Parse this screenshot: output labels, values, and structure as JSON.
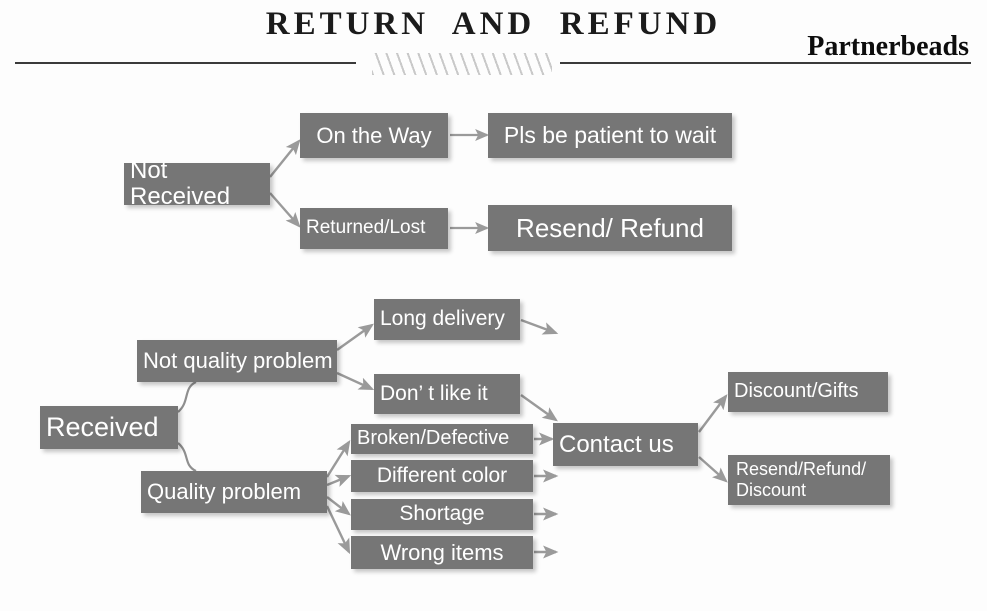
{
  "header": {
    "title": "RETURN  AND  REFUND",
    "brand": "Partnerbeads"
  },
  "flow": {
    "not_received": {
      "label": "Not Received",
      "branches": [
        {
          "label": "On the Way",
          "result": "Pls be patient to wait"
        },
        {
          "label": "Returned/Lost",
          "result": "Resend/ Refund"
        }
      ]
    },
    "received": {
      "label": "Received",
      "branches": [
        {
          "label": "Not quality problem",
          "reasons": [
            "Long delivery",
            "Don’  t like it"
          ]
        },
        {
          "label": "Quality problem",
          "reasons": [
            "Broken/Defective",
            "Different color",
            "Shortage",
            "Wrong items"
          ]
        }
      ],
      "action": "Contact us",
      "outcomes": [
        "Discount/Gifts",
        "Resend/Refund/\nDiscount"
      ]
    }
  },
  "colors": {
    "node_fill": "#767676",
    "node_text": "#ffffff",
    "rule": "#3a3a3a",
    "arrow": "#9a9a9a",
    "background": "#fdfdfd"
  }
}
